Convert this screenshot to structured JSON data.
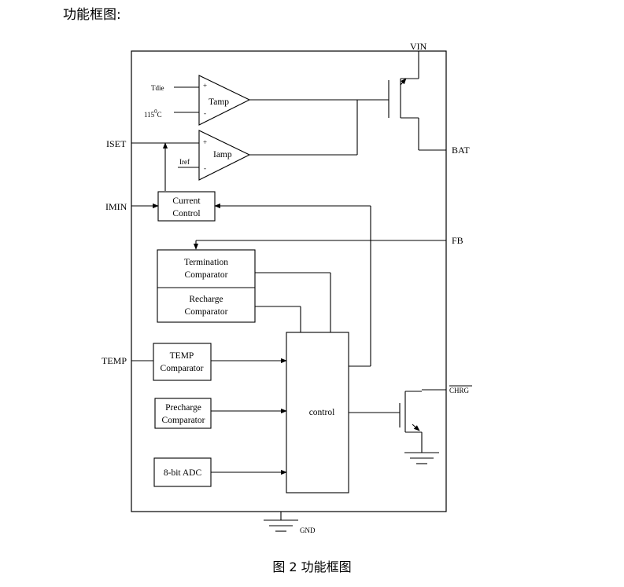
{
  "heading": "功能框图:",
  "caption": "图 2  功能框图",
  "pins": {
    "vin": "VIN",
    "bat": "BAT",
    "iset": "ISET",
    "imin": "IMIN",
    "fb": "FB",
    "temp": "TEMP",
    "chrg": "CHRG",
    "gnd": "GND"
  },
  "amps": {
    "tamp": {
      "name": "Tamp",
      "in_plus_label": "Tdie",
      "in_minus_label": "115",
      "in_minus_sup": "0",
      "in_minus_unit": "C",
      "plus": "+",
      "minus": "-"
    },
    "iamp": {
      "name": "Iamp",
      "in_minus_label": "Iref",
      "plus": "+",
      "minus": "-"
    }
  },
  "blocks": {
    "current_control": [
      "Current",
      "Control"
    ],
    "termination_comparator": [
      "Termination",
      "Comparator"
    ],
    "recharge_comparator": [
      "Recharge",
      "Comparator"
    ],
    "temp_comparator": [
      "TEMP",
      "Comparator"
    ],
    "precharge_comparator": [
      "Precharge",
      "Comparator"
    ],
    "adc": "8-bit ADC",
    "control": "control"
  }
}
